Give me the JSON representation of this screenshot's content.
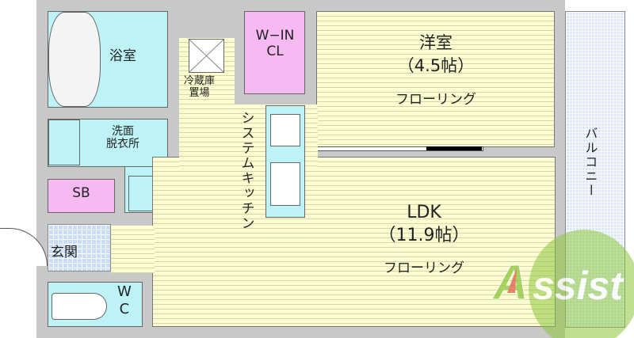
{
  "rooms": {
    "bath": "浴室",
    "fridge_line1": "冷蔵庫",
    "fridge_line2": "置場",
    "wic_line1": "W−IN",
    "wic_line2": "CL",
    "western_name": "洋室",
    "western_size": "（4.5帖）",
    "western_floor": "フローリング",
    "wash_line1": "洗面",
    "wash_line2": "脱衣所",
    "kitchen": "システムキッチン",
    "sb": "SB",
    "entrance": "玄関",
    "wc_line1": "W",
    "wc_line2": "C",
    "ldk_name": "LDK",
    "ldk_size": "（11.9帖）",
    "ldk_floor": "フローリング",
    "balcony": "バルコニー"
  },
  "logo": {
    "text": "Assist",
    "color": "#8cc63f",
    "accent": "#e05a4a"
  }
}
